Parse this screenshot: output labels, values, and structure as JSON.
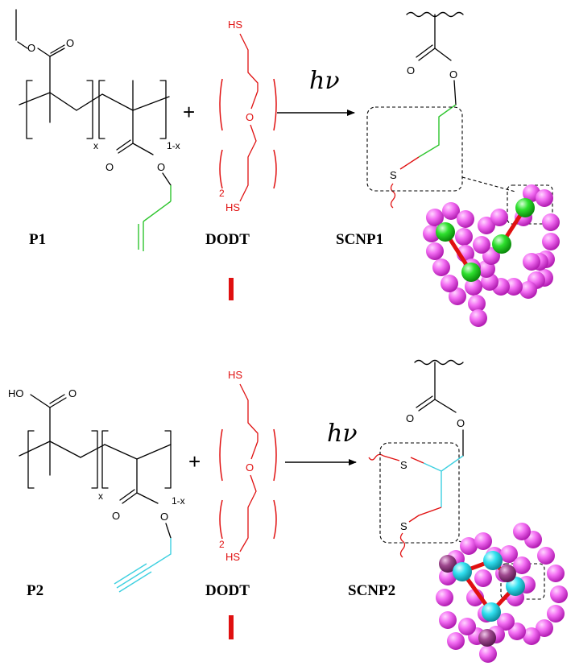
{
  "colors": {
    "bond": "#000000",
    "allyl": "#2ec52e",
    "propargyl": "#3ed0e0",
    "crosslinker": "#e01010",
    "bead": "#f36ef3",
    "node_green": "#2ee02e",
    "node_cyan": "#33e0f0",
    "node_purple": "#a04a90"
  },
  "atoms": {
    "O": "O",
    "S": "S",
    "HS": "HS",
    "HO": "HO"
  },
  "subscripts": {
    "x": "x",
    "one_minus_x": "1-x",
    "two": "2"
  },
  "plus": "+",
  "light": "hν",
  "scheme1": {
    "polymer": "P1",
    "crosslinker": "DODT",
    "product": "SCNP1"
  },
  "scheme2": {
    "polymer": "P2",
    "crosslinker": "DODT",
    "product": "SCNP2"
  }
}
